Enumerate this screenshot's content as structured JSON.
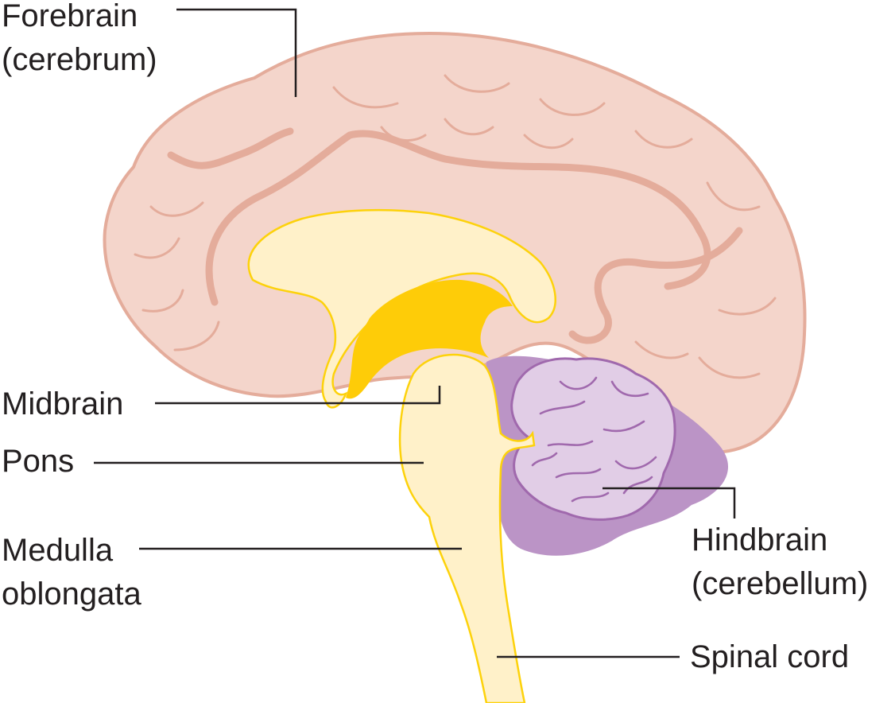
{
  "labels": {
    "forebrain": [
      "Forebrain",
      "(cerebrum)"
    ],
    "midbrain": "Midbrain",
    "pons": "Pons",
    "medulla": [
      "Medulla",
      "oblongata"
    ],
    "hindbrain": [
      "Hindbrain",
      "(cerebellum)"
    ],
    "spinal_cord": "Spinal cord"
  },
  "colors": {
    "cerebrum_fill": "#f4d5cb",
    "cerebrum_stroke": "#e4ac9b",
    "brainstem_fill": "#fff1c9",
    "brainstem_stroke": "#fdd20b",
    "thalamus_fill": "#fecc08",
    "cerebellum_fill": "#e1cde6",
    "cerebellum_dark": "#bb94c6",
    "leader_line": "#231f20"
  }
}
